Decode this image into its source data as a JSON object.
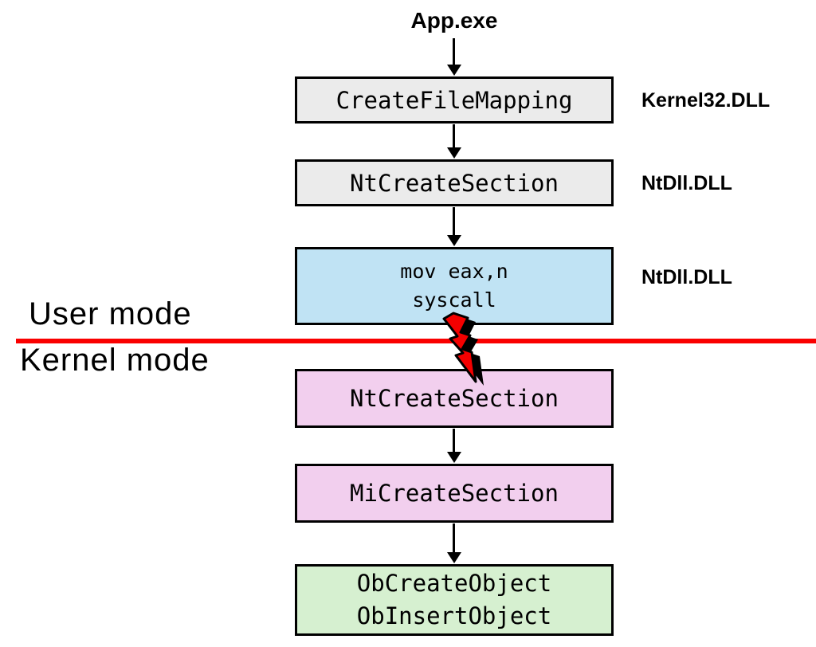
{
  "diagram": {
    "app_title": "App.exe",
    "user_mode_label": "User mode",
    "kernel_mode_label": "Kernel mode",
    "divider_color": "#fa0000",
    "bolt_color": "#f40000",
    "boxes": [
      {
        "name": "createfilemapping",
        "lines": [
          "CreateFileMapping"
        ],
        "fill": "#ebebeb",
        "side_label": "Kernel32.DLL"
      },
      {
        "name": "ntcreatesection-user",
        "lines": [
          "NtCreateSection"
        ],
        "fill": "#ebebeb",
        "side_label": "NtDll.DLL"
      },
      {
        "name": "syscall-stub",
        "lines": [
          "mov eax,n",
          "syscall"
        ],
        "fill": "#c0e3f4",
        "side_label": "NtDll.DLL"
      },
      {
        "name": "ntcreatesection-kernel",
        "lines": [
          "NtCreateSection"
        ],
        "fill": "#f2cfee",
        "side_label": ""
      },
      {
        "name": "micreatesection",
        "lines": [
          "MiCreateSection"
        ],
        "fill": "#f2cfee",
        "side_label": ""
      },
      {
        "name": "obcreateobject",
        "lines": [
          "ObCreateObject",
          "ObInsertObject"
        ],
        "fill": "#d6f0d0",
        "side_label": ""
      }
    ]
  }
}
